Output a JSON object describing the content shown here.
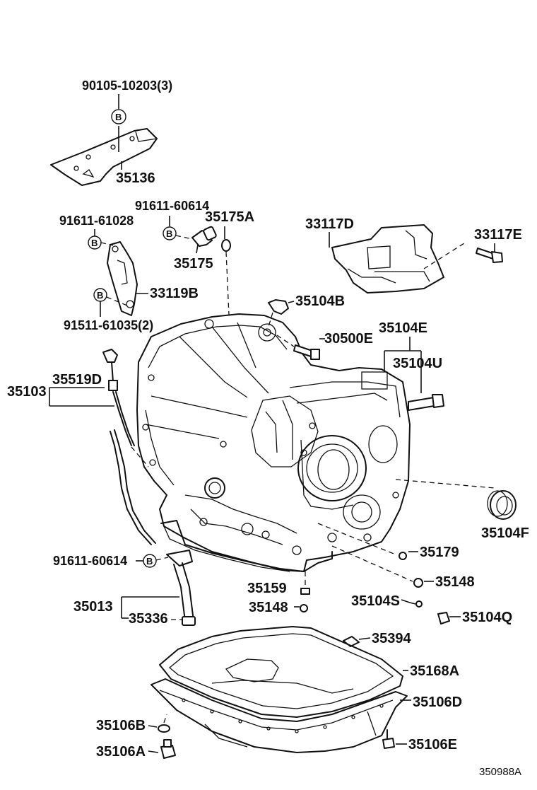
{
  "labels": {
    "p90105": "90105-10203(3)",
    "p35136": "35136",
    "p91611_60614_top": "91611-60614",
    "p35175A": "35175A",
    "p91611_61028": "91611-61028",
    "p35175": "35175",
    "p33117D": "33117D",
    "p33117E": "33117E",
    "p33119B": "33119B",
    "p91511_61035": "91511-61035(2)",
    "p35104B": "35104B",
    "p30500E": "30500E",
    "p35104E": "35104E",
    "p35104U": "35104U",
    "p35103": "35103",
    "p35519D": "35519D",
    "p35104F": "35104F",
    "p35179": "35179",
    "p91611_60614_bot": "91611-60614",
    "p35148_right": "35148",
    "p35159": "35159",
    "p35148_center": "35148",
    "p35104S": "35104S",
    "p35104Q": "35104Q",
    "p35013": "35013",
    "p35336": "35336",
    "p35394": "35394",
    "p35168A": "35168A",
    "p35106D": "35106D",
    "p35106B": "35106B",
    "p35106A": "35106A",
    "p35106E": "35106E"
  },
  "bolt_marker": "B",
  "diagram_ref": "350988A"
}
